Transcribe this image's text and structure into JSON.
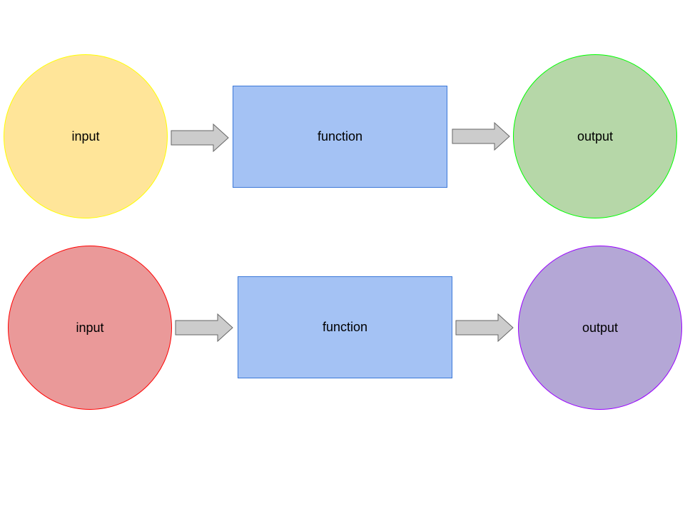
{
  "colors": {
    "arrow_fill": "#cccccc",
    "arrow_stroke": "#666666",
    "function_fill": "#a4c2f4",
    "function_stroke": "#3c78d8"
  },
  "rows": [
    {
      "input": {
        "label": "input",
        "fill": "#ffe599",
        "stroke": "#ffff00"
      },
      "function": {
        "label": "function"
      },
      "output": {
        "label": "output",
        "fill": "#b6d7a8",
        "stroke": "#00ff00"
      }
    },
    {
      "input": {
        "label": "input",
        "fill": "#ea9999",
        "stroke": "#ff0000"
      },
      "function": {
        "label": "function"
      },
      "output": {
        "label": "output",
        "fill": "#b4a7d6",
        "stroke": "#9900ff"
      }
    }
  ]
}
